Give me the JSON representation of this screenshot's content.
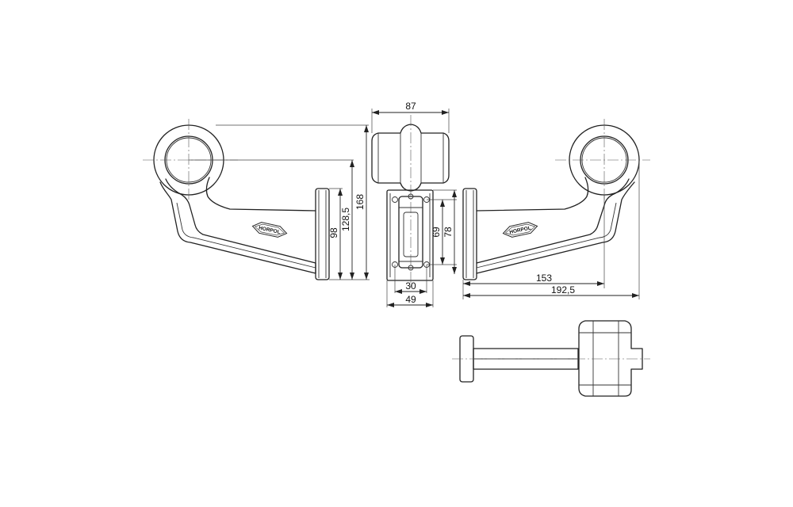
{
  "dimensions": {
    "top_width": "87",
    "height_98": "98",
    "height_128_5": "128,5",
    "height_168": "168",
    "base_30": "30",
    "base_49": "49",
    "plate_69": "69",
    "plate_78": "78",
    "reach_153": "153",
    "reach_192_5": "192,5"
  },
  "logo": {
    "text": "HORPOL"
  }
}
